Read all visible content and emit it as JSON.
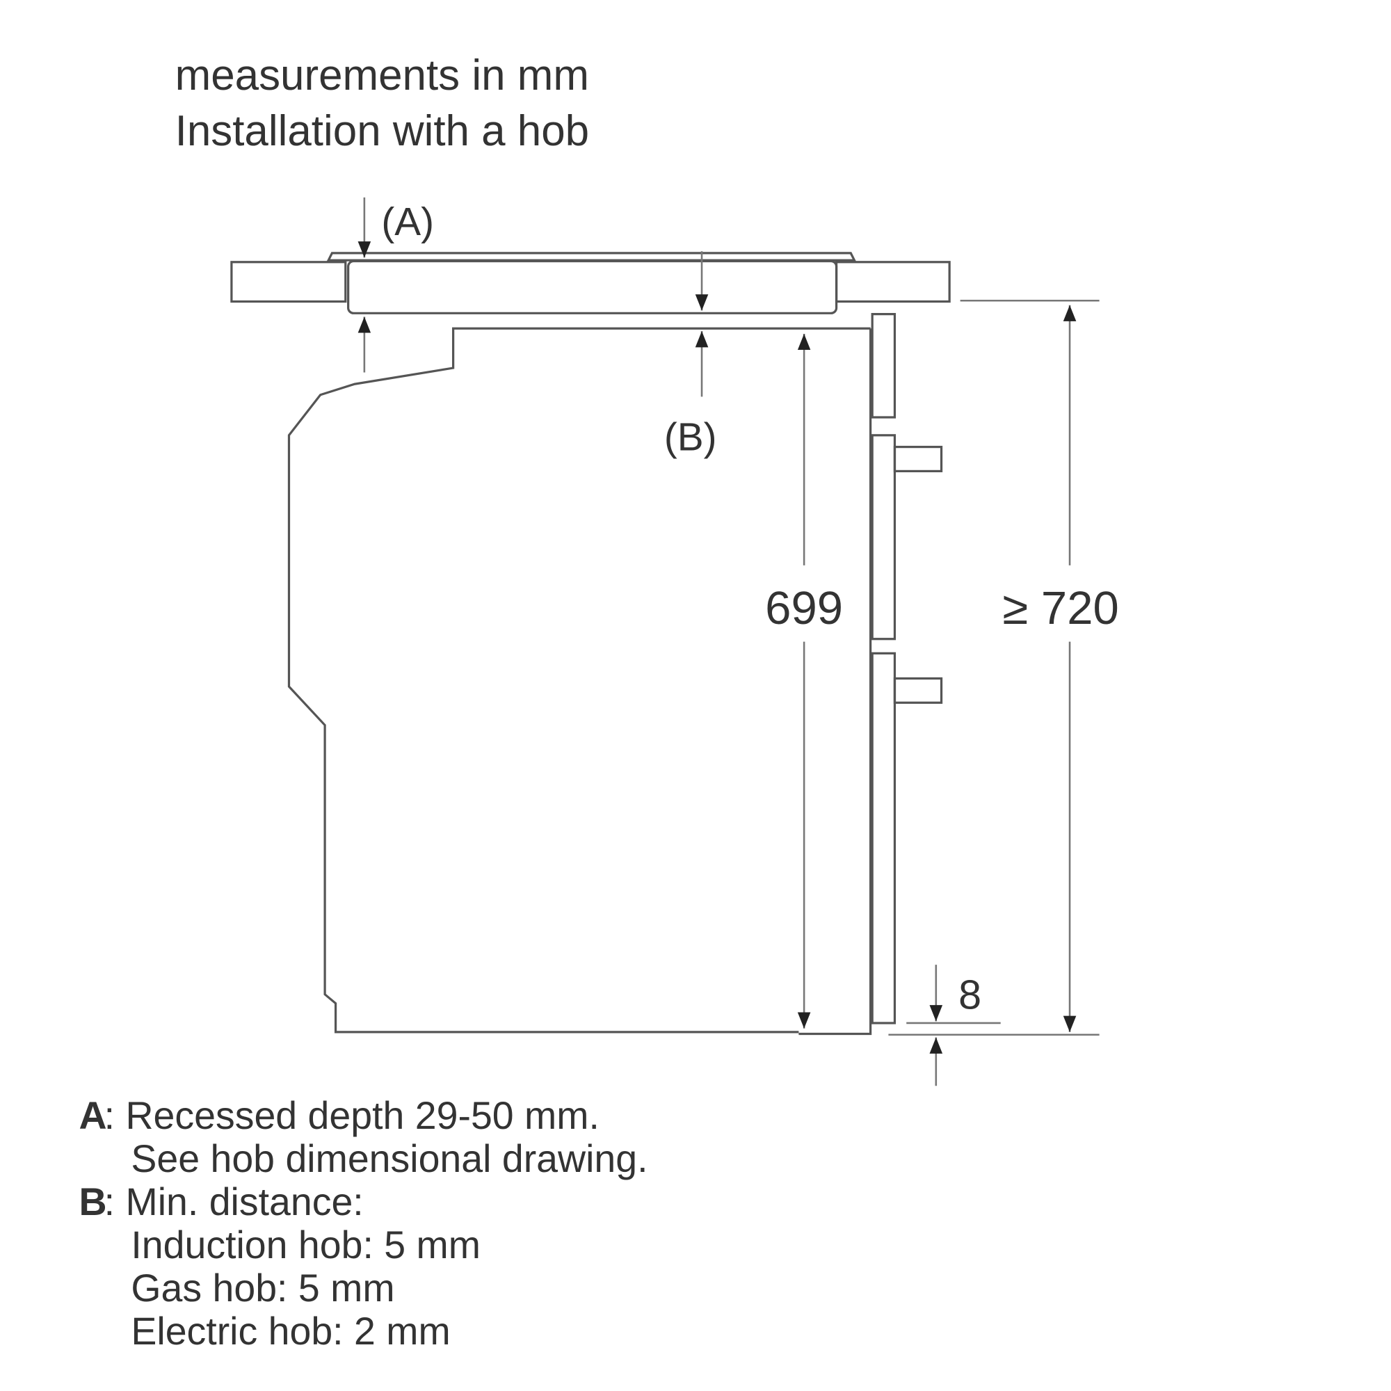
{
  "title": {
    "line1": "measurements in mm",
    "line2": "Installation with a hob"
  },
  "labels": {
    "a": "(A)",
    "b": "(B)",
    "height_oven": "699",
    "height_niche": "≥ 720",
    "gap_bottom": "8"
  },
  "legend": {
    "a_key": "A",
    "a_line1": ": Recessed depth 29-50 mm.",
    "a_line2": "See hob dimensional drawing.",
    "b_key": "B",
    "b_line1": ": Min. distance:",
    "b_line2": "Induction hob: 5 mm",
    "b_line3": "Gas hob: 5 mm",
    "b_line4": "Electric hob: 2 mm"
  },
  "colors": {
    "line": "#555555",
    "text": "#333333"
  }
}
